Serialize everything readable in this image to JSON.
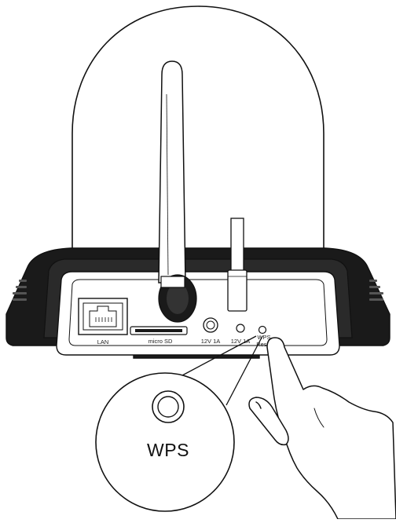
{
  "figure": {
    "ports": {
      "lan": "LAN",
      "micro_sd": "micro SD",
      "power_jack": "12V 1A",
      "power_out": "12V 1A",
      "wps_reset_line1": "WPS",
      "wps_reset_line2": "Reset"
    },
    "callout": {
      "label": "WPS"
    },
    "icons": [
      "antenna-icon",
      "ethernet-port-icon",
      "sd-slot-icon",
      "dc-jack-icon",
      "button-icon",
      "hand-icon"
    ],
    "colors": {
      "line": "#111111",
      "housing_fill": "#ffffff",
      "base_fill": "#1a1a1a"
    }
  }
}
